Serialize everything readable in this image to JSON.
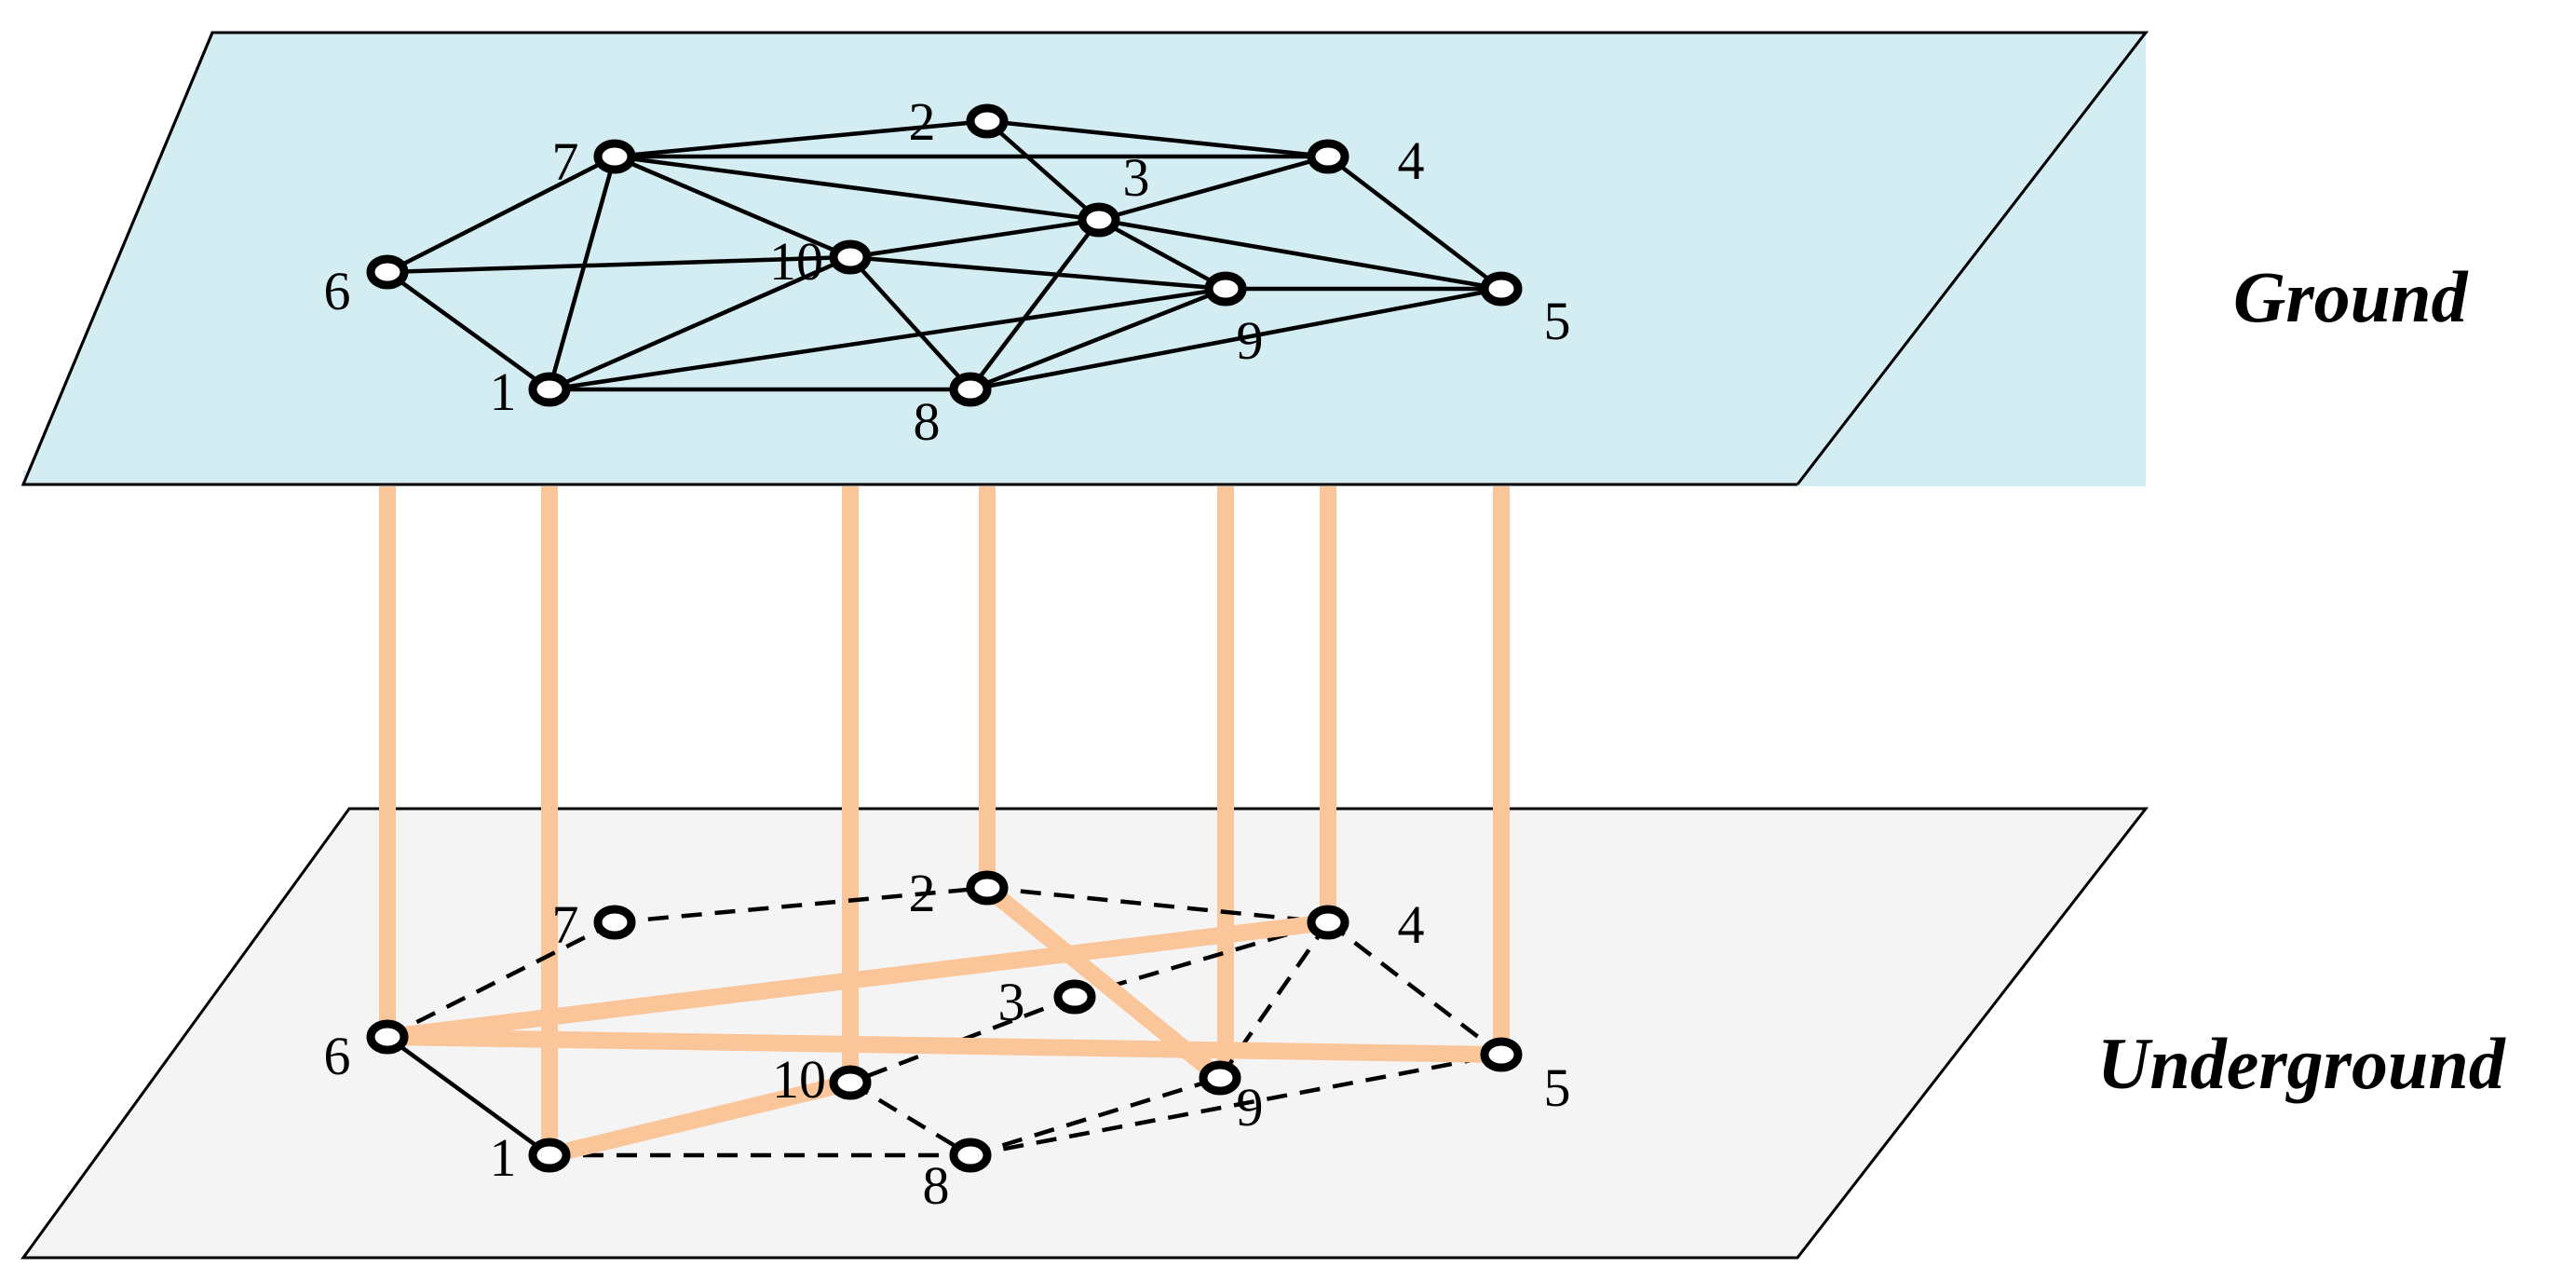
{
  "layers": {
    "ground": {
      "label": "Ground",
      "fill": "#D4EDF3",
      "nodes": [
        {
          "id": "1",
          "label": "1"
        },
        {
          "id": "2",
          "label": "2"
        },
        {
          "id": "3",
          "label": "3"
        },
        {
          "id": "4",
          "label": "4"
        },
        {
          "id": "5",
          "label": "5"
        },
        {
          "id": "6",
          "label": "6"
        },
        {
          "id": "7",
          "label": "7"
        },
        {
          "id": "8",
          "label": "8"
        },
        {
          "id": "9",
          "label": "9"
        },
        {
          "id": "10",
          "label": "10"
        }
      ],
      "edges": [
        [
          "7",
          "2"
        ],
        [
          "7",
          "4"
        ],
        [
          "7",
          "3"
        ],
        [
          "7",
          "10"
        ],
        [
          "7",
          "6"
        ],
        [
          "7",
          "1"
        ],
        [
          "2",
          "4"
        ],
        [
          "2",
          "3"
        ],
        [
          "4",
          "3"
        ],
        [
          "4",
          "5"
        ],
        [
          "3",
          "10"
        ],
        [
          "3",
          "9"
        ],
        [
          "3",
          "5"
        ],
        [
          "3",
          "8"
        ],
        [
          "6",
          "10"
        ],
        [
          "6",
          "1"
        ],
        [
          "10",
          "1"
        ],
        [
          "10",
          "9"
        ],
        [
          "10",
          "8"
        ],
        [
          "1",
          "9"
        ],
        [
          "1",
          "8"
        ],
        [
          "8",
          "9"
        ],
        [
          "8",
          "5"
        ],
        [
          "9",
          "5"
        ]
      ]
    },
    "underground": {
      "label": "Underground",
      "fill": "#F4F4F4",
      "nodes": [
        {
          "id": "1",
          "label": "1"
        },
        {
          "id": "2",
          "label": "2"
        },
        {
          "id": "3",
          "label": "3"
        },
        {
          "id": "4",
          "label": "4"
        },
        {
          "id": "5",
          "label": "5"
        },
        {
          "id": "6",
          "label": "6"
        },
        {
          "id": "7",
          "label": "7"
        },
        {
          "id": "8",
          "label": "8"
        },
        {
          "id": "9",
          "label": "9"
        },
        {
          "id": "10",
          "label": "10"
        }
      ],
      "edges_solid": [
        [
          "6",
          "1"
        ]
      ],
      "edges_dashed": [
        [
          "7",
          "2"
        ],
        [
          "2",
          "4"
        ],
        [
          "7",
          "6"
        ],
        [
          "4",
          "9"
        ],
        [
          "3",
          "10"
        ],
        [
          "3",
          "4"
        ],
        [
          "10",
          "8"
        ],
        [
          "1",
          "8"
        ],
        [
          "8",
          "9"
        ],
        [
          "8",
          "5"
        ],
        [
          "4",
          "5"
        ]
      ],
      "edges_highlight": [
        [
          "6",
          "4"
        ],
        [
          "6",
          "5"
        ],
        [
          "2",
          "9"
        ],
        [
          "1",
          "10"
        ]
      ]
    }
  },
  "interlayer_links": [
    "6",
    "1",
    "10",
    "2",
    "9",
    "4",
    "5"
  ],
  "colors": {
    "highlight": "#FBC59A",
    "edge": "#000000",
    "ground_plane": "#D4EDF3",
    "underground_plane": "#F4F4F4"
  }
}
